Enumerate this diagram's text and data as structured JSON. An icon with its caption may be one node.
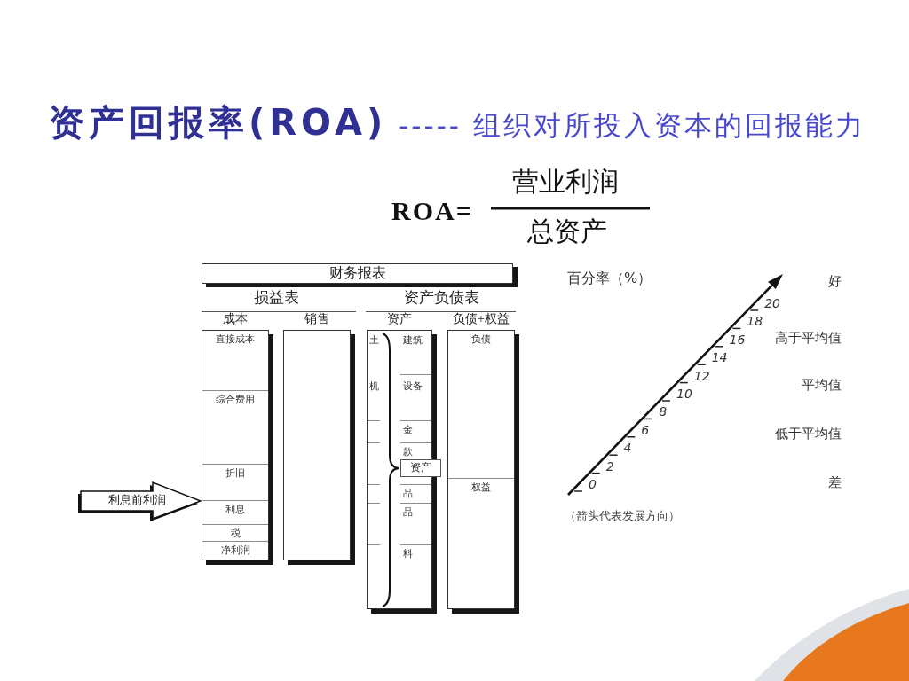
{
  "diagram": {
    "title": "**资产回报率(ROA)** ----- 组织对所投入资本的回报能力",
    "nodes": [
      {
        "text": [
          "财务报表"
        ]
      },
      {
        "text": [
          "成本"
        ]
      },
      {
        "text": [
          "直接成本"
        ],
        "in": 1
      },
      {
        "text": [
          "综合费用"
        ],
        "in": 1
      },
      {
        "text": [
          "折旧"
        ],
        "in": 1
      },
      {
        "text": [
          "利息"
        ],
        "in": 1
      },
      {
        "text": [
          "税"
        ],
        "in": 1
      },
      {
        "text": [
          "净利润"
        ],
        "in": 1
      },
      {
        "text": [
          "销售"
        ]
      },
      {
        "text": [
          "资产"
        ]
      },
      {
        "text": [
          "土",
          "建筑"
        ],
        "in": 9
      },
      {
        "text": [
          "机",
          "设备"
        ],
        "in": 9
      },
      {
        "text": [
          "金"
        ],
        "in": 9
      },
      {
        "text": [
          "款"
        ],
        "in": 9
      },
      {
        "text": [
          "品"
        ],
        "in": 9
      },
      {
        "text": [
          "品"
        ],
        "in": 9
      },
      {
        "text": [
          "料"
        ],
        "in": 9
      },
      {
        "text": [
          "负债+权益"
        ]
      },
      {
        "text": [
          "负债"
        ],
        "in": 17
      },
      {
        "text": [
          "权益"
        ],
        "in": 17
      },
      {
        "text": [
          "资产"
        ]
      },
      {
        "text": [
          "利息前利润"
        ]
      }
    ],
    "labels": [
      "ROA=",
      "营业利润",
      "总资产",
      "损益表",
      "资产负债表",
      "百分率（%）",
      "20",
      "18",
      "16",
      "14",
      "12",
      "10",
      "8",
      "6",
      "4",
      "2",
      "0",
      "好",
      "高于平均值",
      "平均值",
      "低于平均值",
      "差",
      "（箭头代表发展方向）"
    ]
  }
}
